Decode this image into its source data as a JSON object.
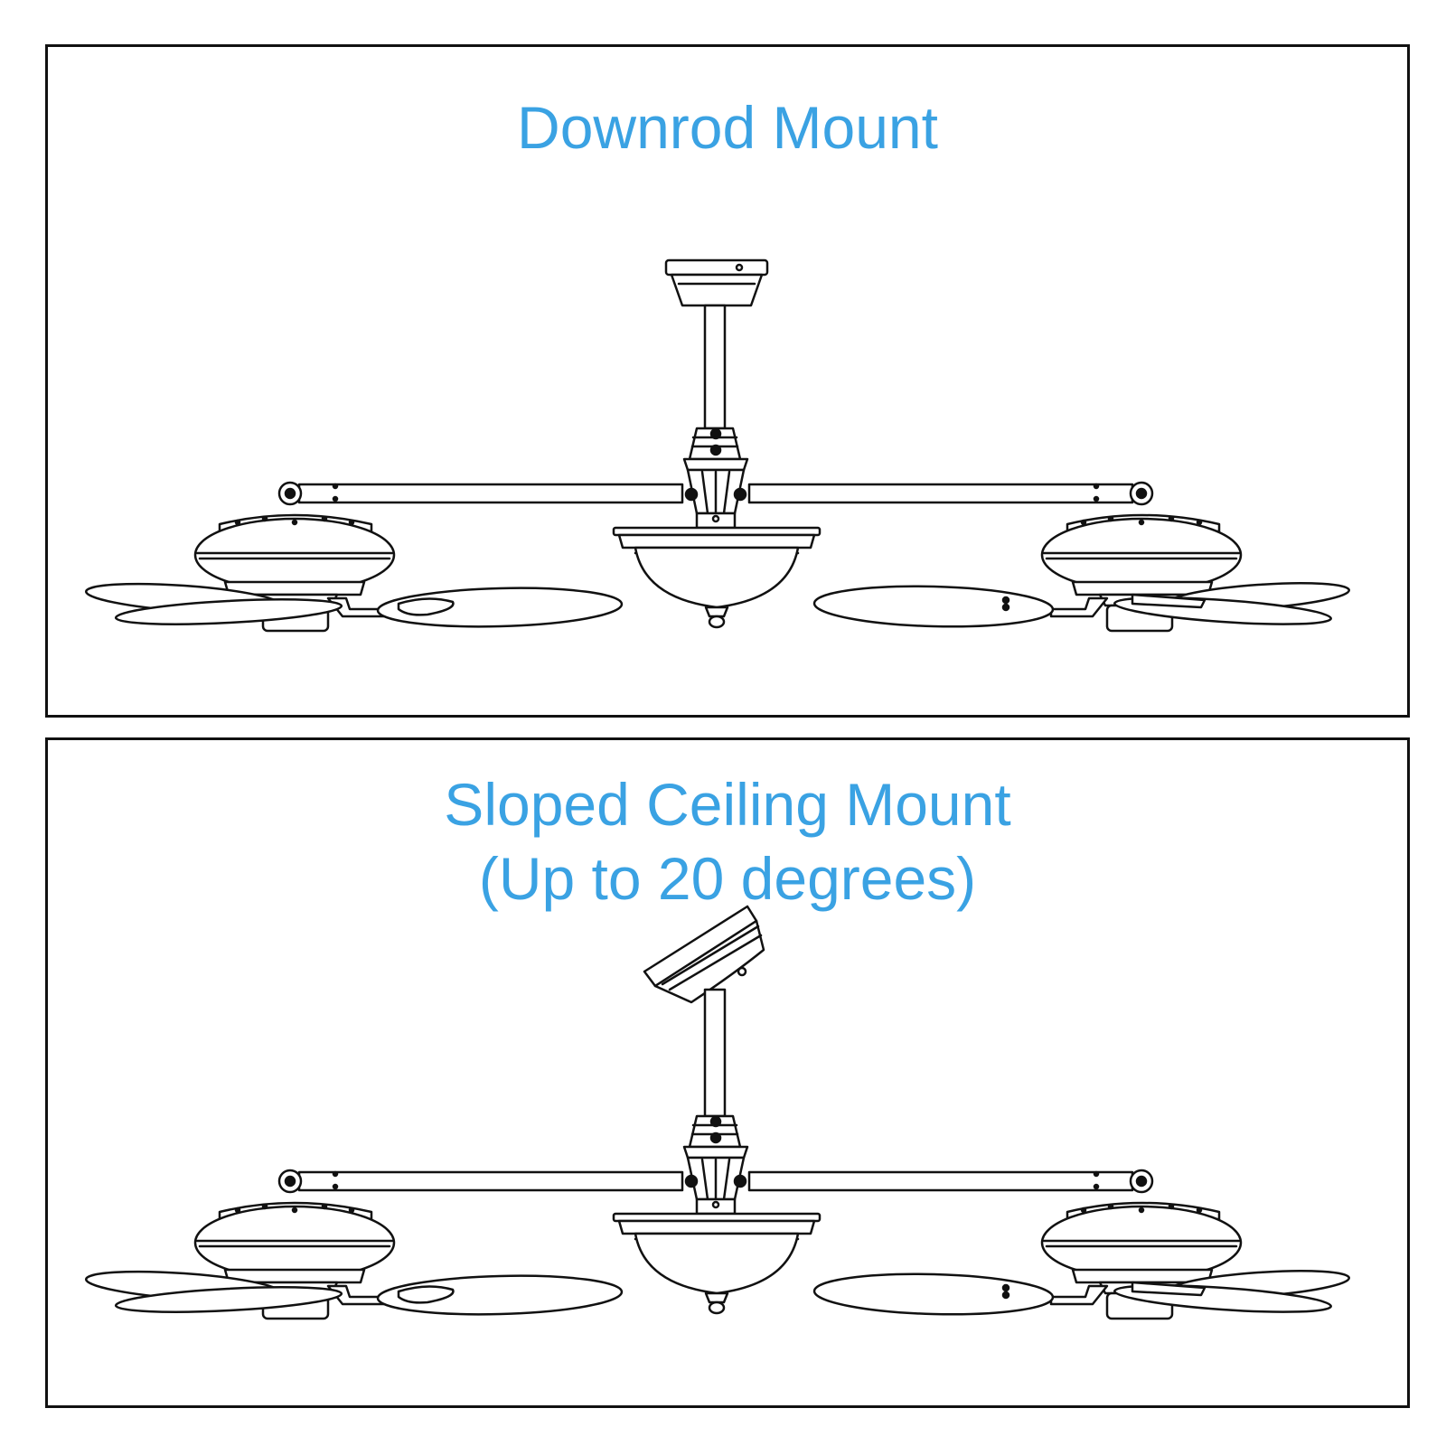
{
  "panels": [
    {
      "title": "Downrod Mount",
      "mount_type": "downrod"
    },
    {
      "title_line1": "Sloped Ceiling Mount",
      "title_line2": "(Up to 20 degrees)",
      "mount_type": "sloped"
    }
  ],
  "colors": {
    "title": "#3aa2e3",
    "line": "#111111",
    "fill": "#ffffff"
  }
}
